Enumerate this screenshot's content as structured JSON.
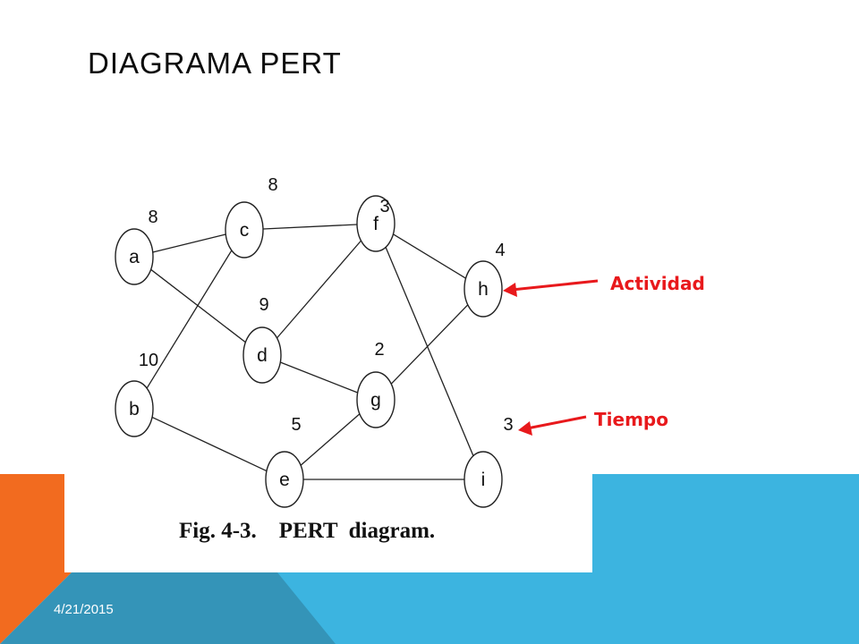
{
  "slide": {
    "title": "DIAGRAMA PERT",
    "date": "4/21/2015",
    "colors": {
      "orange": "#f26b1f",
      "blue": "#3cb4e0",
      "dark_blue": "#3494b8",
      "annotation": "#e8191c"
    }
  },
  "diagram": {
    "caption": "Fig. 4-3.    PERT  diagram.",
    "nodes": [
      {
        "id": "a",
        "label": "a",
        "time": "8"
      },
      {
        "id": "b",
        "label": "b",
        "time": "10"
      },
      {
        "id": "c",
        "label": "c",
        "time": "8"
      },
      {
        "id": "d",
        "label": "d",
        "time": "9"
      },
      {
        "id": "e",
        "label": "e",
        "time": "5"
      },
      {
        "id": "f",
        "label": "f",
        "time": "3"
      },
      {
        "id": "g",
        "label": "g",
        "time": "2"
      },
      {
        "id": "h",
        "label": "h",
        "time": "4"
      },
      {
        "id": "i",
        "label": "i",
        "time": "3"
      }
    ],
    "edges": [
      [
        "a",
        "c"
      ],
      [
        "a",
        "d"
      ],
      [
        "b",
        "c"
      ],
      [
        "b",
        "e"
      ],
      [
        "c",
        "f"
      ],
      [
        "d",
        "f"
      ],
      [
        "d",
        "g"
      ],
      [
        "e",
        "g"
      ],
      [
        "e",
        "i"
      ],
      [
        "f",
        "h"
      ],
      [
        "f",
        "i"
      ],
      [
        "g",
        "h"
      ]
    ]
  },
  "annotations": {
    "activity": "Actividad",
    "time": "Tiempo"
  }
}
